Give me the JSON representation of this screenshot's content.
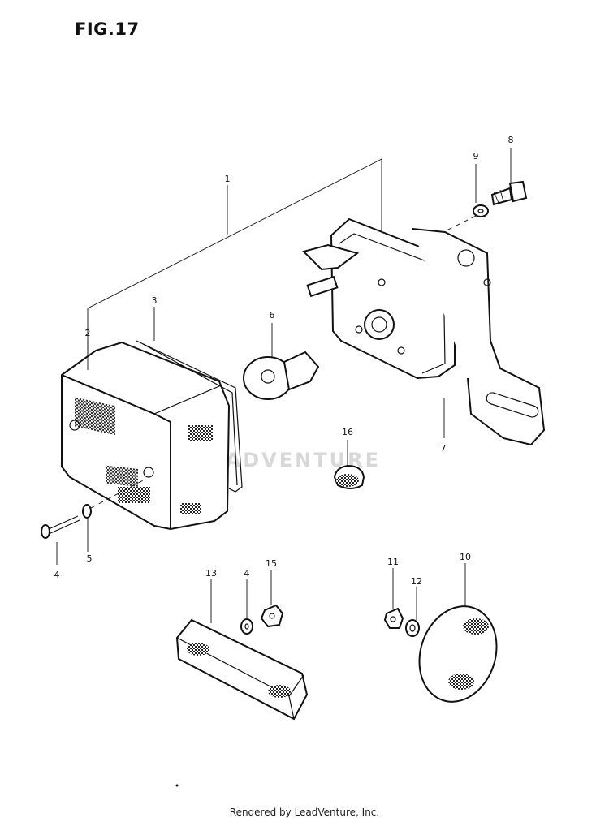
{
  "figure": {
    "title": "FIG.17"
  },
  "watermark": {
    "text": "LEADVENTURE"
  },
  "footer": {
    "text": "Rendered by LeadVenture, Inc."
  },
  "callouts": {
    "c1": "1",
    "c2": "2",
    "c3": "3",
    "c4a": "4",
    "c4b": "4",
    "c5": "5",
    "c6": "6",
    "c7": "7",
    "c8": "8",
    "c9": "9",
    "c10": "10",
    "c11": "11",
    "c12": "12",
    "c13": "13",
    "c15": "15",
    "c16": "16"
  }
}
